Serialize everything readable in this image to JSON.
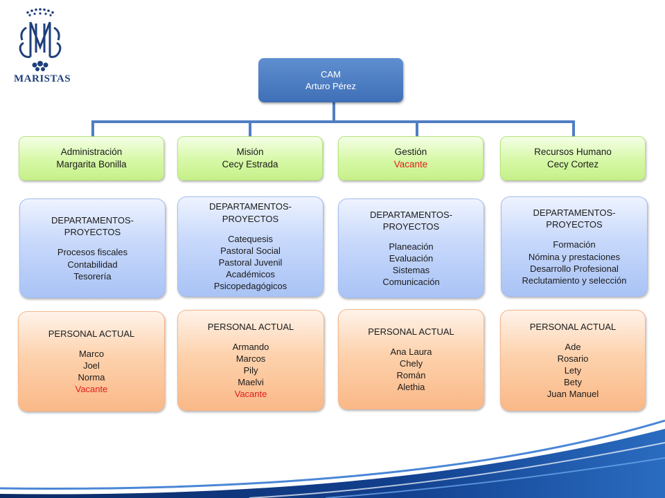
{
  "logo": {
    "wordmark": "MARISTAS"
  },
  "root": {
    "title": "CAM",
    "name": "Arturo Pérez"
  },
  "areas": [
    {
      "title": "Administración",
      "name": "Margarita Bonilla",
      "name_color": "#1a1a1a"
    },
    {
      "title": "Misión",
      "name": "Cecy Estrada",
      "name_color": "#1a1a1a"
    },
    {
      "title": "Gestión",
      "name": "Vacante",
      "name_color": "#e01b1b"
    },
    {
      "title": "Recursos Humano",
      "name": "Cecy Cortez",
      "name_color": "#1a1a1a"
    }
  ],
  "departments": [
    {
      "title_line1": "DEPARTAMENTOS-",
      "title_line2": "PROYECTOS",
      "items": [
        "Procesos fiscales",
        "Contabilidad",
        "Tesorería"
      ]
    },
    {
      "title_line1": "DEPARTAMENTOS-",
      "title_line2": "PROYECTOS",
      "items": [
        "Catequesis",
        "Pastoral Social",
        "Pastoral Juvenil",
        "Académicos",
        "Psicopedagógicos"
      ]
    },
    {
      "title_line1": "DEPARTAMENTOS-",
      "title_line2": "PROYECTOS",
      "items": [
        "Planeación",
        "Evaluación",
        "Sistemas",
        "Comunicación"
      ]
    },
    {
      "title_line1": "DEPARTAMENTOS-",
      "title_line2": "PROYECTOS",
      "items": [
        "Formación",
        "Nómina y prestaciones",
        "Desarrollo Profesional",
        "Reclutamiento y selección"
      ]
    }
  ],
  "staff": [
    {
      "title": "PERSONAL ACTUAL",
      "members": [
        "Marco",
        "Joel",
        "Norma"
      ],
      "vacancy": "Vacante"
    },
    {
      "title": "PERSONAL ACTUAL",
      "members": [
        "Armando",
        "Marcos",
        "Pily",
        "Maelvi"
      ],
      "vacancy": "Vacante"
    },
    {
      "title": "PERSONAL ACTUAL",
      "members": [
        "Ana Laura",
        "Chely",
        "Román",
        "Alethia"
      ],
      "vacancy": ""
    },
    {
      "title": "PERSONAL ACTUAL",
      "members": [
        "Ade",
        "Rosario",
        "Lety",
        "Bety",
        "Juan Manuel"
      ],
      "vacancy": ""
    }
  ],
  "colors": {
    "root_fill": "#4a7bc0",
    "area_fill": "#d6f8a6",
    "dept_fill": "#c7d8fb",
    "staff_fill": "#fdd2ad",
    "connector": "#4f7ec4",
    "vacancy_text": "#e01b1b",
    "footer_wave": "#0f2f6e"
  }
}
